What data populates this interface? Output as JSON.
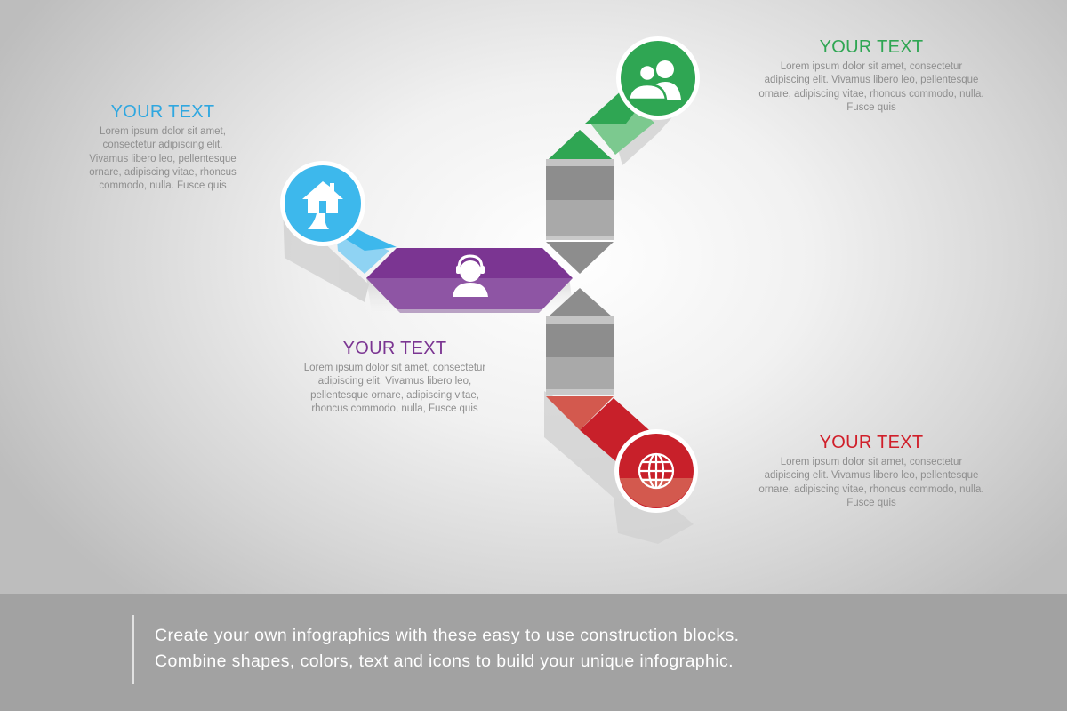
{
  "colors": {
    "blue": "#3db8ec",
    "green": "#2fa653",
    "purple": "#7b3592",
    "red": "#c8202a",
    "gray": "#a9a9a9"
  },
  "blocks": {
    "blue": {
      "title": "YOUR TEXT",
      "body": "Lorem ipsum dolor sit amet,\nconsectetur adipiscing elit.\nVivamus libero leo, pellentesque\nornare, adipiscing vitae, rhoncus\ncommodo, nulla. Fusce quis",
      "icon": "home-icon"
    },
    "green": {
      "title": "YOUR TEXT",
      "body": "Lorem ipsum dolor sit amet, consectetur\nadipiscing elit. Vivamus libero leo, pellentesque\nornare, adipiscing vitae, rhoncus commodo, nulla.\nFusce quis",
      "icon": "users-icon"
    },
    "purple": {
      "title": "YOUR TEXT",
      "body": "Lorem ipsum dolor sit amet, consectetur\nadipiscing elit. Vivamus libero leo,\npellentesque ornare, adipiscing vitae,\nrhoncus commodo, nulla, Fusce quis",
      "icon": "headset-support-icon"
    },
    "red": {
      "title": "YOUR TEXT",
      "body": "Lorem ipsum dolor sit amet, consectetur\nadipiscing elit. Vivamus libero leo, pellentesque\nornare, adipiscing vitae, rhoncus commodo, nulla.\nFusce quis",
      "icon": "globe-icon"
    }
  },
  "footer": {
    "line1": "Create your own infographics with these easy to use construction blocks.",
    "line2": "Combine shapes, colors, text and icons to build your unique infographic."
  }
}
